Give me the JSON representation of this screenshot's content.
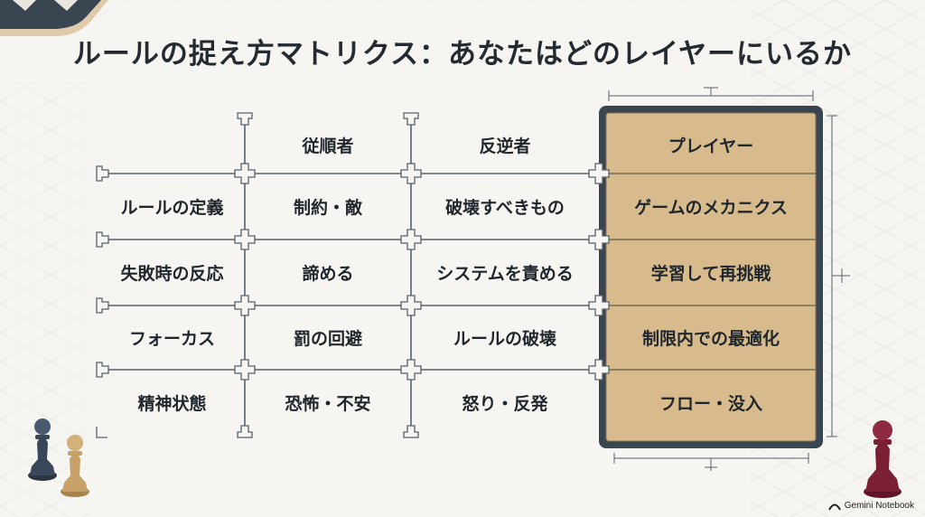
{
  "title": "ルールの捉え方マトリクス：あなたはどのレイヤーにいるか",
  "columns": [
    "従順者",
    "反逆者",
    "プレイヤー"
  ],
  "rows": [
    {
      "label": "ルールの定義",
      "values": [
        "制約・敵",
        "破壊すべきもの",
        "ゲームのメカニクス"
      ]
    },
    {
      "label": "失敗時の反応",
      "values": [
        "諦める",
        "システムを責める",
        "学習して再挑戦"
      ]
    },
    {
      "label": "フォーカス",
      "values": [
        "罰の回避",
        "ルールの破壊",
        "制限内での最適化"
      ]
    },
    {
      "label": "精神状態",
      "values": [
        "恐怖・不安",
        "怒り・反発",
        "フロー・没入"
      ]
    }
  ],
  "watermark": "Gemini Notebook",
  "colors": {
    "background": "#f6f5f1",
    "highlight_fill": "#d8bb8c",
    "highlight_border": "#3a4552",
    "grid_line": "#57616d",
    "pawn_navy": "#39475a",
    "pawn_gold": "#c7a168",
    "pawn_crimson": "#7b1f34"
  }
}
